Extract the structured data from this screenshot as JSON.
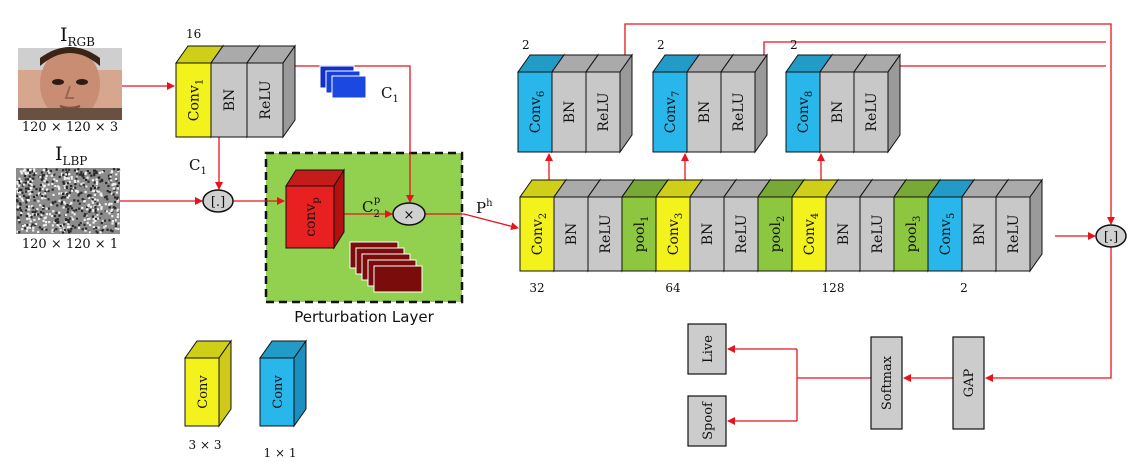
{
  "inputs": {
    "rgb_label": "I",
    "rgb_sub": "RGB",
    "rgb_size": "120 × 120 × 3",
    "lbp_label": "I",
    "lbp_sub": "LBP",
    "lbp_size": "120 × 120 × 1"
  },
  "stem": {
    "filters": "16",
    "conv": "Conv",
    "conv_sub": "1",
    "bn": "BN",
    "relu": "ReLU",
    "c1_top": "C",
    "c1_top_sub": "1",
    "c1_left": "C",
    "c1_left_sub": "1"
  },
  "concat_label": "[.]",
  "multiply_label": "×",
  "perturbation": {
    "title": "Perturbation Layer",
    "conv": "conv",
    "conv_sub": "p",
    "c2": "C",
    "c2_sub": "2",
    "c2_sup": "p",
    "ph": "P",
    "ph_sup": "h"
  },
  "main": {
    "blocks": [
      {
        "text": "Conv",
        "sub": "2",
        "type": "conv3"
      },
      {
        "text": "BN",
        "sub": "",
        "type": "bn"
      },
      {
        "text": "ReLU",
        "sub": "",
        "type": "bn"
      },
      {
        "text": "pool",
        "sub": "1",
        "type": "pool"
      },
      {
        "text": "Conv",
        "sub": "3",
        "type": "conv3"
      },
      {
        "text": "BN",
        "sub": "",
        "type": "bn"
      },
      {
        "text": "ReLU",
        "sub": "",
        "type": "bn"
      },
      {
        "text": "pool",
        "sub": "2",
        "type": "pool"
      },
      {
        "text": "Conv",
        "sub": "4",
        "type": "conv3"
      },
      {
        "text": "BN",
        "sub": "",
        "type": "bn"
      },
      {
        "text": "ReLU",
        "sub": "",
        "type": "bn"
      },
      {
        "text": "pool",
        "sub": "3",
        "type": "pool"
      },
      {
        "text": "Conv",
        "sub": "5",
        "type": "conv1"
      },
      {
        "text": "BN",
        "sub": "",
        "type": "bn"
      },
      {
        "text": "ReLU",
        "sub": "",
        "type": "bn"
      }
    ],
    "filter_labels": [
      "32",
      "64",
      "128",
      "2"
    ]
  },
  "branches": [
    {
      "filters": "2",
      "conv": "Conv",
      "sub": "6",
      "bn": "BN",
      "relu": "ReLU"
    },
    {
      "filters": "2",
      "conv": "Conv",
      "sub": "7",
      "bn": "BN",
      "relu": "ReLU"
    },
    {
      "filters": "2",
      "conv": "Conv",
      "sub": "8",
      "bn": "BN",
      "relu": "ReLU"
    }
  ],
  "head": {
    "gap": "GAP",
    "softmax": "Softmax",
    "live": "Live",
    "spoof": "Spoof"
  },
  "legend": [
    {
      "text": "Conv",
      "size": "3 × 3",
      "type": "conv3"
    },
    {
      "text": "Conv",
      "size": "1 × 1",
      "type": "conv1"
    }
  ],
  "colors": {
    "conv3_front": "#f4f21c",
    "conv3_side": "#cfc91a",
    "conv1_front": "#29b6ea",
    "conv1_side": "#1a8fc0",
    "bn_front": "#c8c8c8",
    "bn_side": "#9a9a9a",
    "pool_front": "#8dc63f",
    "pool_side": "#6fa32c",
    "convp_front": "#e82020",
    "convp_side": "#b51010",
    "panel": "#92d050",
    "line": "#e8141c"
  }
}
